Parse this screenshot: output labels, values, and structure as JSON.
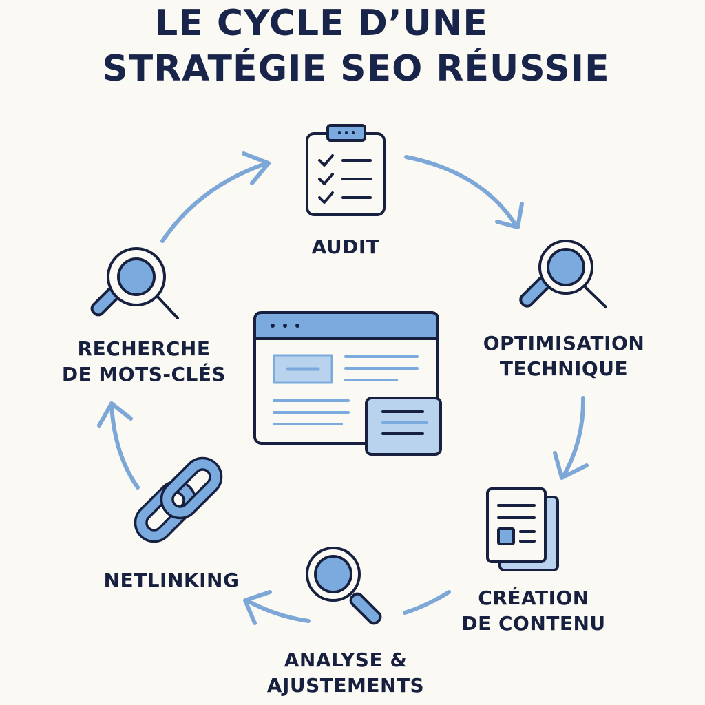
{
  "title": {
    "line1": "LE CYCLE D’UNE",
    "line2": "STRATÉGIE SEO RÉUSSIE"
  },
  "steps": [
    {
      "id": "audit",
      "lines": [
        "AUDIT"
      ],
      "icon": "clipboard-checklist-icon"
    },
    {
      "id": "optimisation",
      "lines": [
        "OPTIMISATION",
        "TECHNIQUE"
      ],
      "icon": "magnifier-icon"
    },
    {
      "id": "creation",
      "lines": [
        "CRÉATION",
        "DE CONTENU"
      ],
      "icon": "document-stack-icon"
    },
    {
      "id": "analyse",
      "lines": [
        "ANALYSE &",
        "AJUSTEMENTS"
      ],
      "icon": "magnifier-icon"
    },
    {
      "id": "netlinking",
      "lines": [
        "NETLINKING"
      ],
      "icon": "chain-link-icon"
    },
    {
      "id": "recherche",
      "lines": [
        "RECHERCHE",
        "DE MOTS-CLÉS"
      ],
      "icon": "magnifier-icon"
    }
  ],
  "center_icon": "browser-window-icon",
  "colors": {
    "accent": "#7aaade",
    "outline": "#17213f",
    "arrow": "#7da7d6",
    "background": "#fbf9f4"
  }
}
